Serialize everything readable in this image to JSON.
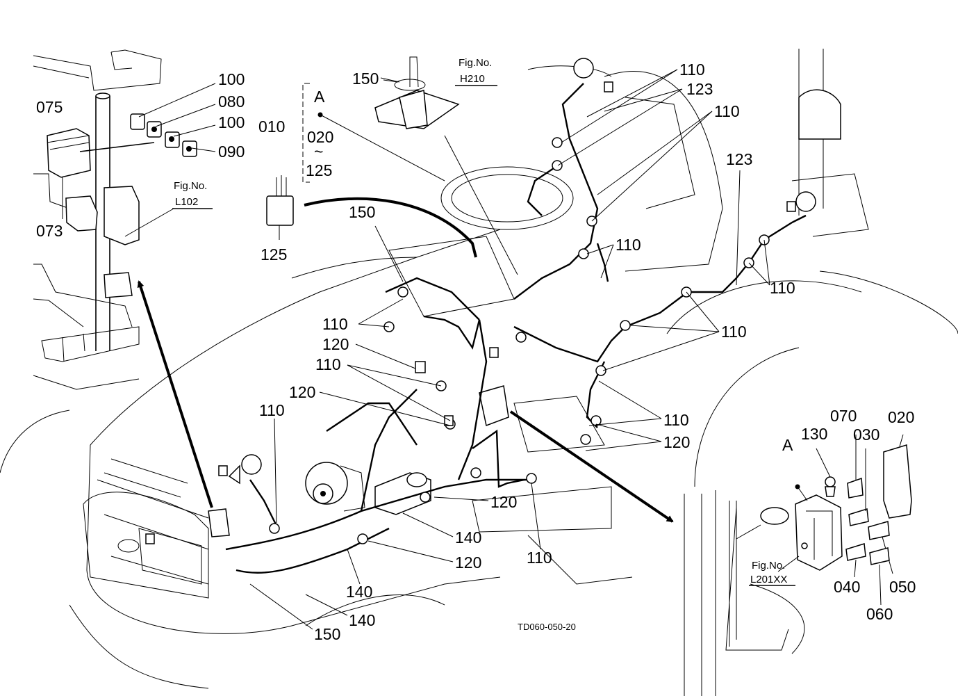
{
  "diagram_code": "TD060-050-20",
  "fig_refs": [
    {
      "id": "h210",
      "label": "Fig.No.",
      "number": "H210"
    },
    {
      "id": "l102",
      "label": "Fig.No.",
      "number": "L102"
    },
    {
      "id": "l201xx",
      "label": "Fig.No.",
      "number": "L201XX"
    }
  ],
  "callouts": [
    {
      "id": "c100a",
      "text": "100"
    },
    {
      "id": "c080",
      "text": "080"
    },
    {
      "id": "c075",
      "text": "075"
    },
    {
      "id": "c100b",
      "text": "100"
    },
    {
      "id": "c090",
      "text": "090"
    },
    {
      "id": "c073",
      "text": "073"
    },
    {
      "id": "c010",
      "text": "010"
    },
    {
      "id": "c020a",
      "text": "020"
    },
    {
      "id": "ctilde",
      "text": "~"
    },
    {
      "id": "c125a",
      "text": "125"
    },
    {
      "id": "c125b",
      "text": "125"
    },
    {
      "id": "cA1",
      "text": "A"
    },
    {
      "id": "c150a",
      "text": "150"
    },
    {
      "id": "c150b",
      "text": "150"
    },
    {
      "id": "c150c",
      "text": "150"
    },
    {
      "id": "c110a",
      "text": "110"
    },
    {
      "id": "c123a",
      "text": "123"
    },
    {
      "id": "c110b",
      "text": "110"
    },
    {
      "id": "c123b",
      "text": "123"
    },
    {
      "id": "c110c",
      "text": "110"
    },
    {
      "id": "c110d",
      "text": "110"
    },
    {
      "id": "c110e",
      "text": "110"
    },
    {
      "id": "c110f",
      "text": "110"
    },
    {
      "id": "c120a",
      "text": "120"
    },
    {
      "id": "c110g",
      "text": "110"
    },
    {
      "id": "c120b",
      "text": "120"
    },
    {
      "id": "c110h",
      "text": "110"
    },
    {
      "id": "c110i",
      "text": "110"
    },
    {
      "id": "c120c",
      "text": "120"
    },
    {
      "id": "c120d",
      "text": "120"
    },
    {
      "id": "c140a",
      "text": "140"
    },
    {
      "id": "c120e",
      "text": "120"
    },
    {
      "id": "c110j",
      "text": "110"
    },
    {
      "id": "c140b",
      "text": "140"
    },
    {
      "id": "c140c",
      "text": "140"
    },
    {
      "id": "c070",
      "text": "070"
    },
    {
      "id": "c030",
      "text": "030"
    },
    {
      "id": "c020b",
      "text": "020"
    },
    {
      "id": "c130",
      "text": "130"
    },
    {
      "id": "cA2",
      "text": "A"
    },
    {
      "id": "c040",
      "text": "040"
    },
    {
      "id": "c050",
      "text": "050"
    },
    {
      "id": "c060",
      "text": "060"
    }
  ]
}
